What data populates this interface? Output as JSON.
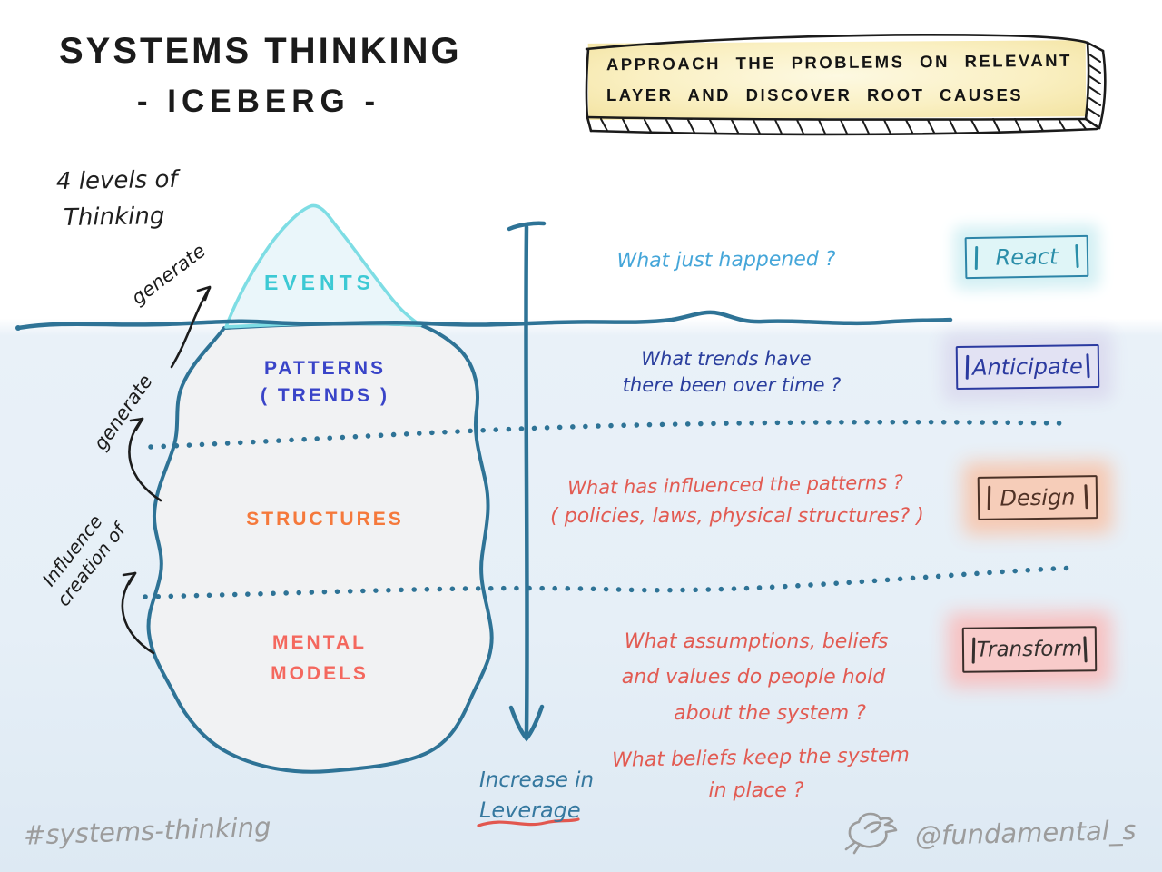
{
  "title": {
    "line1": "SYSTEMS THINKING",
    "line2": "- ICEBERG -"
  },
  "banner": {
    "line1": "APPROACH THE PROBLEMS ON RELEVANT",
    "line2": "LAYER AND DISCOVER ROOT CAUSES"
  },
  "intro": {
    "line1": "4 levels of",
    "line2": "Thinking"
  },
  "arrow_labels": {
    "generate_top": "generate",
    "generate_mid": "generate",
    "influence_l1": "Influence",
    "influence_l2": "creation of"
  },
  "iceberg": {
    "events": "EVENTS",
    "patterns_l1": "PATTERNS",
    "patterns_l2": "( TRENDS )",
    "structures": "STRUCTURES",
    "mental_l1": "MENTAL",
    "mental_l2": "MODELS"
  },
  "questions": {
    "events": "What just happened ?",
    "patterns_l1": "What trends have",
    "patterns_l2": "there been over time ?",
    "structures_l1": "What has influenced the patterns ?",
    "structures_l2": "( policies, laws, physical structures? )",
    "mental_l1": "What assumptions, beliefs",
    "mental_l2": "and values do people hold",
    "mental_l3": "about the system ?",
    "beliefs_l1": "What beliefs keep the system",
    "beliefs_l2": "in place ?"
  },
  "tags": {
    "react": "React",
    "anticipate": "Anticipate",
    "design": "Design",
    "transform": "Transform"
  },
  "leverage": {
    "line1": "Increase in",
    "line2": "Leverage"
  },
  "footer": {
    "hashtag": "#systems-thinking",
    "handle": "@fundamental_s"
  },
  "colors": {
    "water_line": "#2e7396",
    "iceberg_tip_stroke": "#7edde4",
    "events_text": "#3cc9d4",
    "patterns_text": "#3944c8",
    "structures_text": "#f5793b",
    "mental_text": "#f4685e",
    "question_events": "#45a6d9",
    "question_patterns": "#2b3f9e",
    "question_red": "#e25b52",
    "banner_bg": "#f9efc0",
    "footer_gray": "#9c9c9c"
  }
}
